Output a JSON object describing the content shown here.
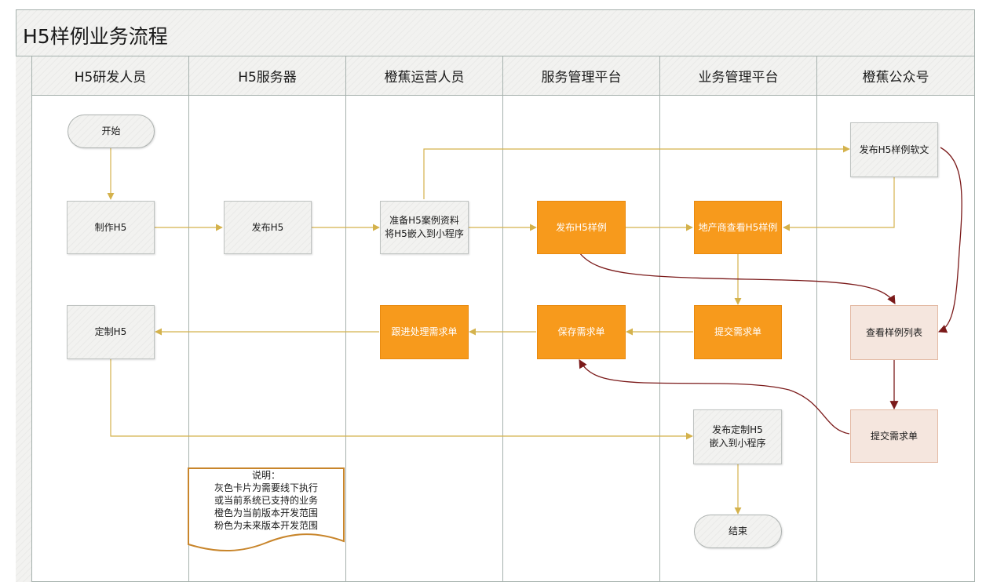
{
  "title": "H5样例业务流程",
  "lanes": [
    "H5研发人员",
    "H5服务器",
    "橙蕉运营人员",
    "服务管理平台",
    "业务管理平台",
    "橙蕉公众号"
  ],
  "nodes": {
    "start": "开始",
    "make_h5": "制作H5",
    "publish_h5": "发布H5",
    "prepare": "准备H5案例资料\n将H5嵌入到小程序",
    "publish_sample": "发布H5样例",
    "developer_view": "地产商查看H5样例",
    "publish_article": "发布H5样例软文",
    "custom_h5": "定制H5",
    "follow_up": "跟进处理需求单",
    "save_request": "保存需求单",
    "submit_request": "提交需求单",
    "view_list": "查看样例列表",
    "publish_custom": "发布定制H5\n嵌入到小程序",
    "submit_request_2": "提交需求单",
    "end": "结束"
  },
  "legend": {
    "heading": "说明：",
    "line1": "灰色卡片为需要线下执行",
    "line2": "或当前系统已支持的业务",
    "line3": "橙色为当前版本开发范围",
    "line4": "粉色为未来版本开发范围"
  },
  "colors": {
    "gold_edge": "#d4b24c",
    "dark_edge": "#7b1a1a",
    "current_scope": "#f79a1c",
    "future_scope": "#f5e6de",
    "existing": "#f2f2f0"
  }
}
